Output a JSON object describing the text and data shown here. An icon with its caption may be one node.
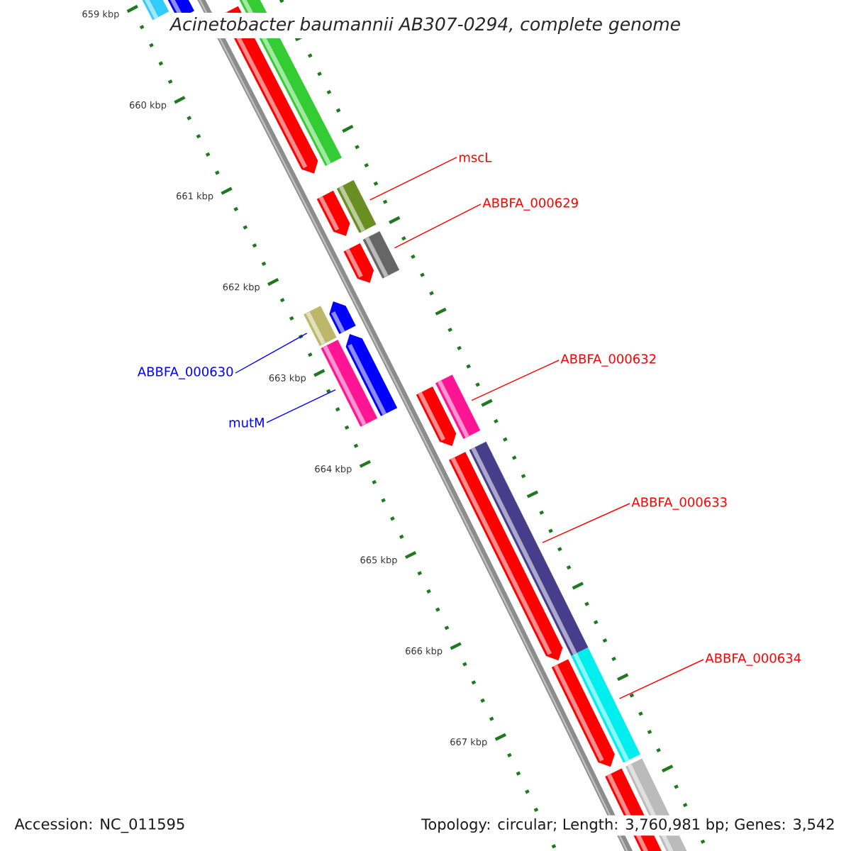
{
  "diagram": {
    "title": "Acinetobacter baumannii AB307-0294, complete genome",
    "nodes": [
      {
        "text": [
          "mscL"
        ]
      },
      {
        "text": [
          "ABBFA_000629"
        ]
      },
      {
        "text": [
          "ABBFA_000630"
        ]
      },
      {
        "text": [
          "ABBFA_000632"
        ]
      },
      {
        "text": [
          "mutM"
        ]
      },
      {
        "text": [
          "ABBFA_000633"
        ]
      },
      {
        "text": [
          "ABBFA_000634"
        ]
      },
      {
        "text": [],
        "shape": "bar"
      },
      {
        "text": [],
        "shape": "bar"
      },
      {
        "text": [],
        "shape": "bar"
      },
      {
        "text": [],
        "shape": "bar"
      },
      {
        "text": [],
        "shape": "bar"
      },
      {
        "text": [],
        "shape": "bar"
      },
      {
        "text": [],
        "shape": "bar"
      }
    ],
    "edges": [
      {
        "from": 0,
        "to": 7,
        "arrow": "none"
      },
      {
        "from": 1,
        "to": 8,
        "arrow": "none"
      },
      {
        "from": 2,
        "to": 9,
        "arrow": "none",
        "color": "#0000ff"
      },
      {
        "from": 3,
        "to": 11,
        "arrow": "none"
      },
      {
        "from": 4,
        "to": 10,
        "arrow": "none",
        "color": "#0000ff"
      },
      {
        "from": 5,
        "to": 12,
        "arrow": "none"
      },
      {
        "from": 6,
        "to": 13,
        "arrow": "none"
      }
    ],
    "labels": [
      "659 kbp",
      "660 kbp",
      "661 kbp",
      "662 kbp",
      "663 kbp",
      "664 kbp",
      "665 kbp",
      "666 kbp",
      "667 kbp",
      "Accession: NC_011595",
      "Topology: circular; Length: 3,760,981 bp; Genes: 3,542"
    ]
  }
}
